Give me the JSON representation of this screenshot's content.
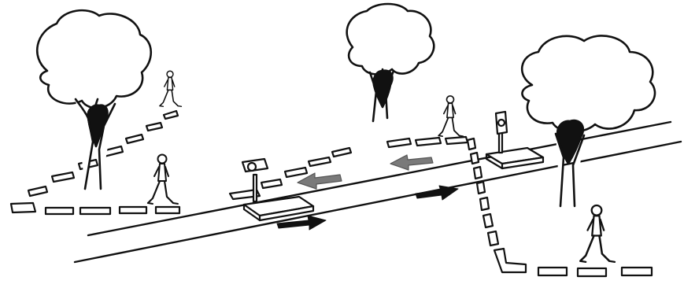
{
  "scene": {
    "colors": {
      "line": "#111111",
      "arrow_dark": "#111111",
      "arrow_grey": "#7a7a7a",
      "paper": "#ffffff"
    },
    "elements": {
      "trees": 3,
      "walkers": 4,
      "scale_devices": 2,
      "arrows": 4,
      "footprint_paths": 3
    },
    "legend": []
  }
}
